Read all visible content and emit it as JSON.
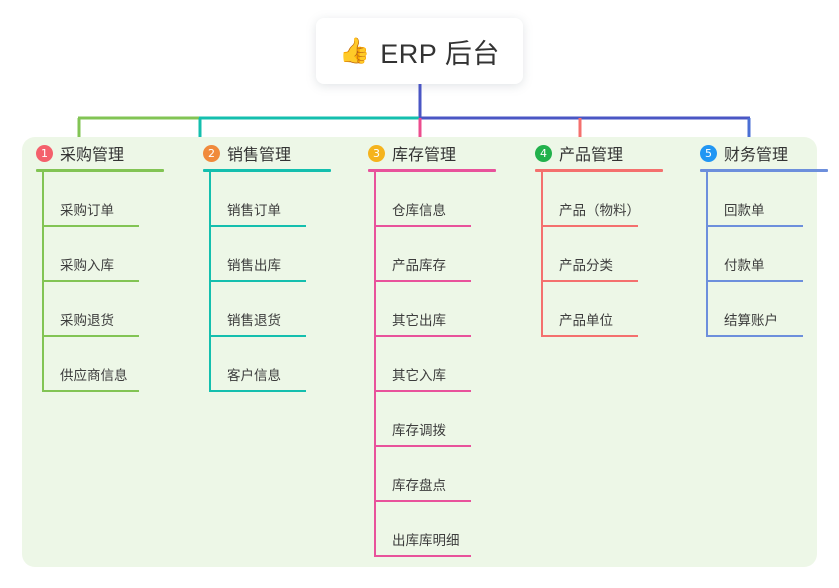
{
  "root": {
    "icon": "thumbs-up-emoji",
    "emoji": "👍",
    "title": "ERP 后台"
  },
  "panel": {
    "background": "#edf7e7"
  },
  "connector_colors": {
    "center_stem": "#4a56c4",
    "bar_left": "#82c454",
    "bar_mid": "#14bfae",
    "bar_right": "#4a56c4",
    "drop_1": "#82c454",
    "drop_2": "#14bfae",
    "drop_3": "#ec4d8e",
    "drop_4": "#f4706e",
    "drop_5": "#4a6fd4"
  },
  "columns": [
    {
      "number": "1",
      "title": "采购管理",
      "badge_color": "#f4606c",
      "line_color": "#82c454",
      "items": [
        {
          "label": "采购订单"
        },
        {
          "label": "采购入库"
        },
        {
          "label": "采购退货"
        },
        {
          "label": "供应商信息"
        }
      ]
    },
    {
      "number": "2",
      "title": "销售管理",
      "badge_color": "#f08a3c",
      "line_color": "#14bfae",
      "items": [
        {
          "label": "销售订单"
        },
        {
          "label": "销售出库"
        },
        {
          "label": "销售退货"
        },
        {
          "label": "客户信息"
        }
      ]
    },
    {
      "number": "3",
      "title": "库存管理",
      "badge_color": "#f5b31d",
      "line_color": "#e8529b",
      "items": [
        {
          "label": "仓库信息"
        },
        {
          "label": "产品库存"
        },
        {
          "label": "其它出库"
        },
        {
          "label": "其它入库"
        },
        {
          "label": "库存调拨"
        },
        {
          "label": "库存盘点"
        },
        {
          "label": "出库库明细"
        }
      ]
    },
    {
      "number": "4",
      "title": "产品管理",
      "badge_color": "#22b14c",
      "line_color": "#f4706e",
      "items": [
        {
          "label": "产品（物料）"
        },
        {
          "label": "产品分类"
        },
        {
          "label": "产品单位"
        }
      ]
    },
    {
      "number": "5",
      "title": "财务管理",
      "badge_color": "#2196f3",
      "line_color": "#6d8fdc",
      "items": [
        {
          "label": "回款单"
        },
        {
          "label": "付款单"
        },
        {
          "label": "结算账户"
        }
      ]
    }
  ]
}
